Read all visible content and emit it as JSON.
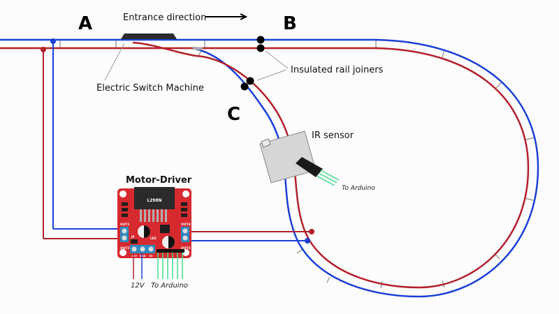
{
  "labels": {
    "section_a": "A",
    "section_b": "B",
    "section_c": "C",
    "entrance_direction": "Entrance direction",
    "insulated_joiners": "Insulated rail joiners",
    "switch_machine": "Electric Switch Machine",
    "ir_sensor": "IR sensor",
    "ir_to_arduino": "To Arduino",
    "motor_driver": "Motor-Driver",
    "chip": "L298N",
    "out1": "OUT1",
    "out2": "OUT2",
    "out3": "OUT3",
    "out4": "OUT4",
    "jp": "JP",
    "led": "LED",
    "pin_12v": "12V",
    "pin_gnd": "GND",
    "pin_5v": "5V",
    "power_12v": "12V",
    "driver_to_arduino": "To Arduino"
  },
  "colors": {
    "rail_blue": "#1a3fd6",
    "rail_red": "#b3202a",
    "pcb_red": "#d62a2f",
    "terminal_blue": "#2e8bc0",
    "signal_green": "#3ee08a",
    "joiner_black": "#000000",
    "tie_gray": "#888888"
  }
}
